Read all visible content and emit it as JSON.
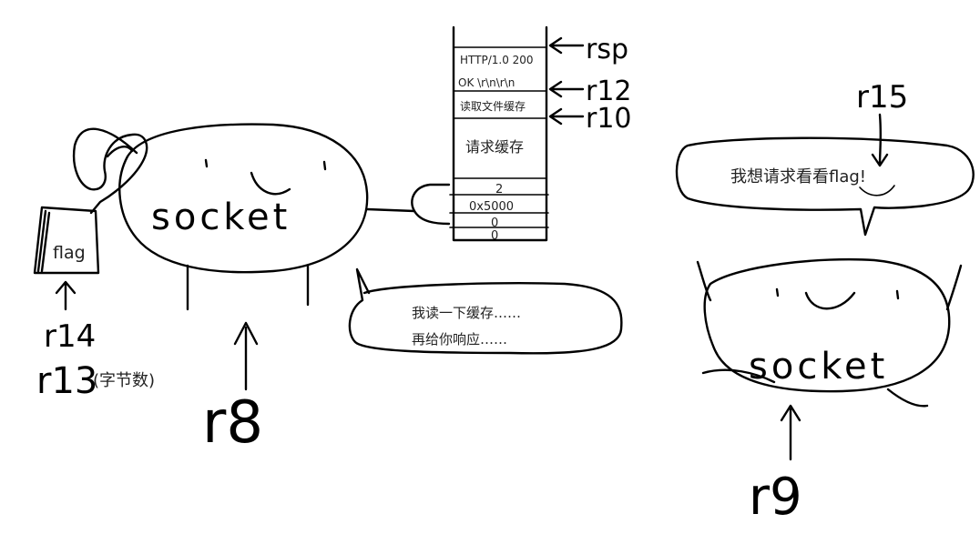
{
  "left_socket": {
    "name": "socket",
    "legs_label": "r8",
    "flag_label": "flag",
    "flag_pointer": "r14",
    "count_pointer": "r13",
    "count_note": "(字节数)"
  },
  "stack": {
    "cells": [
      "HTTP/1.0 200",
      "OK \\r\\n\\r\\n",
      "读取文件缓存",
      "请求缓存",
      "2",
      "0x5000",
      "0",
      "0"
    ],
    "pointers": [
      "rsp",
      "r12",
      "r10"
    ]
  },
  "speech_left": {
    "line1": "我读一下缓存……",
    "line2": "再给你响应……"
  },
  "right_socket": {
    "name": "socket",
    "pointer_below": "r9",
    "pointer_above": "r15",
    "speech_prefix": "我想请求看看",
    "speech_highlight": "flag",
    "speech_suffix": "!"
  }
}
